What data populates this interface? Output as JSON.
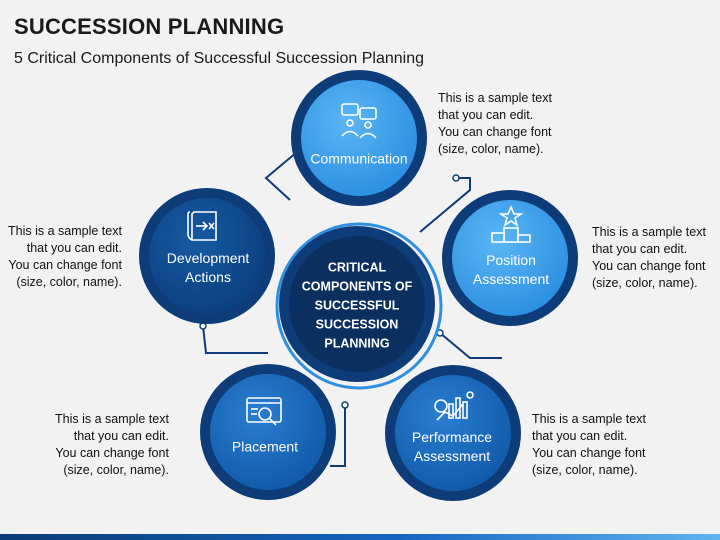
{
  "header": {
    "title": "SUCCESSION PLANNING",
    "subtitle": "5 Critical Components of Successful Succession Planning"
  },
  "center": {
    "label": "CRITICAL\nCOMPONENTS OF\nSUCCESSFUL\nSUCCESSION\nPLANNING"
  },
  "components": [
    {
      "label": "Communication",
      "icon": "team-communication-icon",
      "color": "#3a9ce8"
    },
    {
      "label": "Position\nAssessment",
      "icon": "podium-ranking-icon",
      "color": "#3a9ce8"
    },
    {
      "label": "Performance\nAssessment",
      "icon": "performance-chart-icon",
      "color": "#1864b8"
    },
    {
      "label": "Placement",
      "icon": "magnifier-analysis-icon",
      "color": "#1864b8"
    },
    {
      "label": "Development\nActions",
      "icon": "document-arrow-icon",
      "color": "#0b4a8f"
    }
  ],
  "descriptions": {
    "top_right": "This is a sample text\nthat you can edit.\nYou can change font\n(size, color, name).",
    "right": "This is a sample text\nthat you can edit.\nYou can change font\n(size, color, name).",
    "bottom_right": "This is a sample text\nthat you can edit.\nYou can change font\n(size, color, name).",
    "bottom_left": "This is a sample text\nthat you can edit.\nYou can change font\n(size, color, name).",
    "left": "This is a sample text\nthat you can edit.\nYou can change font\n(size, color, name)."
  },
  "colors": {
    "dark_navy": "#0b2f5e",
    "ring_blue": "#0d3c78",
    "light_blue": "#3a9ce8",
    "mid_blue": "#1864b8",
    "connector": "#0d3c78"
  }
}
